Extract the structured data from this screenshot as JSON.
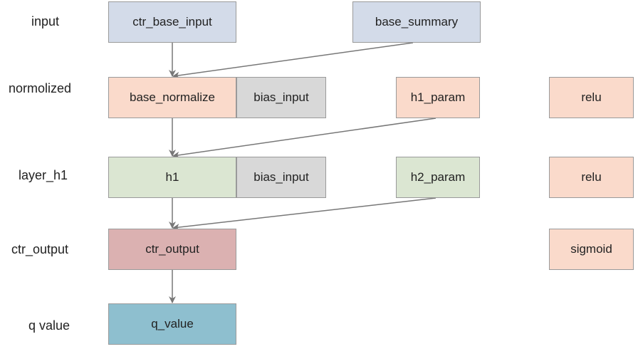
{
  "rows": {
    "input": "input",
    "normalized": "normolized",
    "layer_h1": "layer_h1",
    "ctr_output": "ctr_output",
    "q_value": "q value"
  },
  "nodes": {
    "ctr_base_input": {
      "label": "ctr_base_input",
      "color": "#d3dbe9"
    },
    "base_summary": {
      "label": "base_summary",
      "color": "#d3dbe9"
    },
    "base_normalize": {
      "label": "base_normalize",
      "color": "#fadacb"
    },
    "bias_input_1": {
      "label": "bias_input",
      "color": "#d8d8d8"
    },
    "h1_param": {
      "label": "h1_param",
      "color": "#fadacb"
    },
    "relu_1": {
      "label": "relu",
      "color": "#fadacb"
    },
    "h1": {
      "label": "h1",
      "color": "#dbe6d2"
    },
    "bias_input_2": {
      "label": "bias_input",
      "color": "#d8d8d8"
    },
    "h2_param": {
      "label": "h2_param",
      "color": "#dbe6d2"
    },
    "relu_2": {
      "label": "relu",
      "color": "#fadacb"
    },
    "ctr_output": {
      "label": "ctr_output",
      "color": "#dbb1b1"
    },
    "sigmoid": {
      "label": "sigmoid",
      "color": "#fadacb"
    },
    "q_value": {
      "label": "q_value",
      "color": "#8ebfcf"
    }
  },
  "edges": [
    {
      "from": "ctr_base_input",
      "to": "base_normalize"
    },
    {
      "from": "base_summary",
      "to": "base_normalize"
    },
    {
      "from": "base_normalize",
      "to": "h1"
    },
    {
      "from": "h1_param",
      "to": "h1"
    },
    {
      "from": "h1",
      "to": "ctr_output"
    },
    {
      "from": "h2_param",
      "to": "ctr_output"
    },
    {
      "from": "ctr_output",
      "to": "q_value"
    }
  ],
  "edge_color": "#777777"
}
